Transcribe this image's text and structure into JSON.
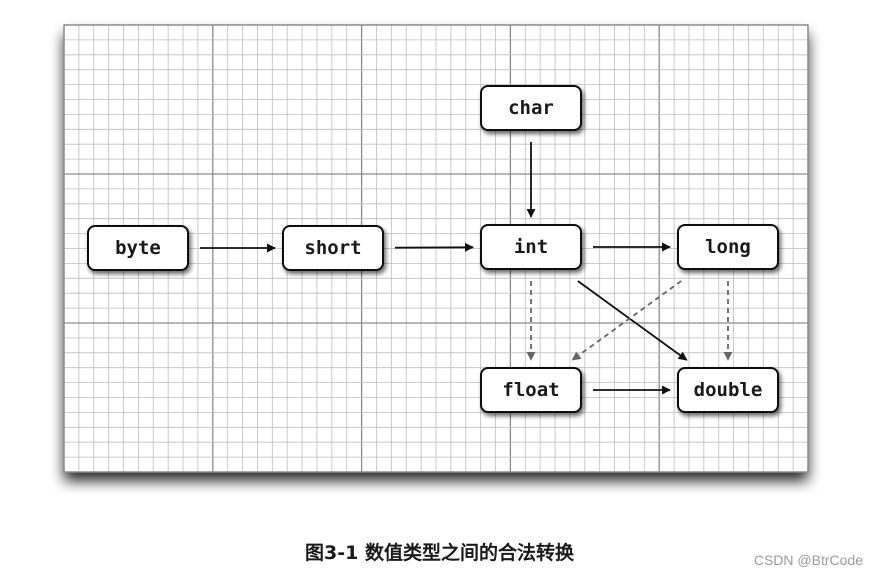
{
  "caption": "图3-1 数值类型之间的合法转换",
  "watermark": "CSDN @BtrCode",
  "nodes": [
    {
      "id": "char",
      "label": "char"
    },
    {
      "id": "byte",
      "label": "byte"
    },
    {
      "id": "short",
      "label": "short"
    },
    {
      "id": "int",
      "label": "int"
    },
    {
      "id": "long",
      "label": "long"
    },
    {
      "id": "float",
      "label": "float"
    },
    {
      "id": "double",
      "label": "double"
    }
  ],
  "edges": [
    {
      "from": "char",
      "to": "int",
      "style": "solid"
    },
    {
      "from": "byte",
      "to": "short",
      "style": "solid"
    },
    {
      "from": "short",
      "to": "int",
      "style": "solid"
    },
    {
      "from": "int",
      "to": "long",
      "style": "solid"
    },
    {
      "from": "int",
      "to": "double",
      "style": "solid"
    },
    {
      "from": "float",
      "to": "double",
      "style": "solid"
    },
    {
      "from": "int",
      "to": "float",
      "style": "dashed"
    },
    {
      "from": "long",
      "to": "float",
      "style": "dashed"
    },
    {
      "from": "long",
      "to": "double",
      "style": "dashed"
    }
  ],
  "colors": {
    "grid_minor": "#bdbdbd",
    "grid_major": "#8a8a8a",
    "node_border": "#111111",
    "arrow_solid": "#111111",
    "arrow_dashed": "#666666"
  }
}
